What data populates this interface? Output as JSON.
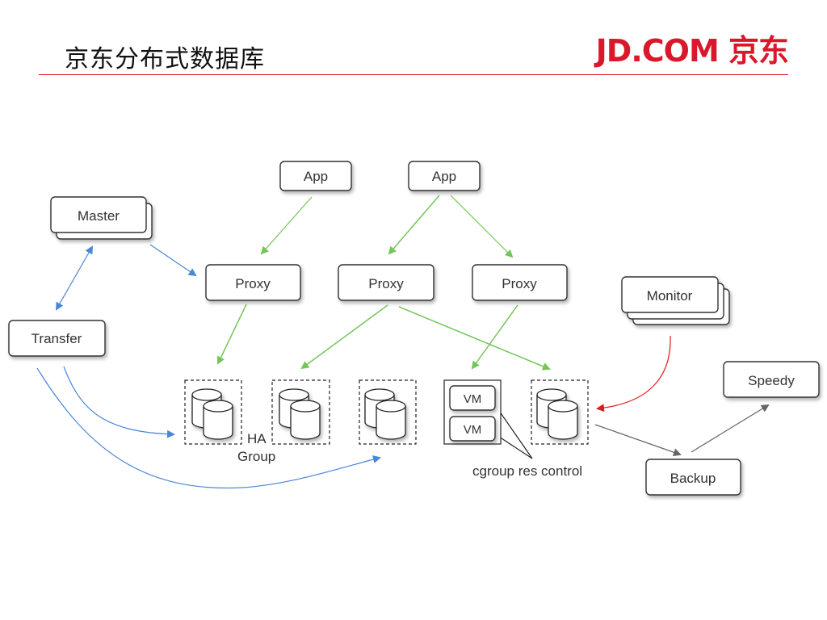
{
  "header": {
    "title": "京东分布式数据库",
    "logo_text": "JD.COM 京东",
    "accent_color": "#d9192b"
  },
  "diagram": {
    "nodes": {
      "app1": "App",
      "app2": "App",
      "master": "Master",
      "transfer": "Transfer",
      "proxy1": "Proxy",
      "proxy2": "Proxy",
      "proxy3": "Proxy",
      "monitor": "Monitor",
      "speedy": "Speedy",
      "backup": "Backup",
      "vm1": "VM",
      "vm2": "VM"
    },
    "labels": {
      "ha_line1": "HA",
      "ha_line2": "Group",
      "cgroup": "cgroup res control"
    },
    "db_groups": [
      "db-group-1",
      "db-group-2",
      "db-group-3",
      "db-group-4"
    ],
    "edge_colors": {
      "green": "#74c55a",
      "blue": "#4a86d8",
      "red": "#e0191b",
      "gray": "#666666"
    }
  }
}
